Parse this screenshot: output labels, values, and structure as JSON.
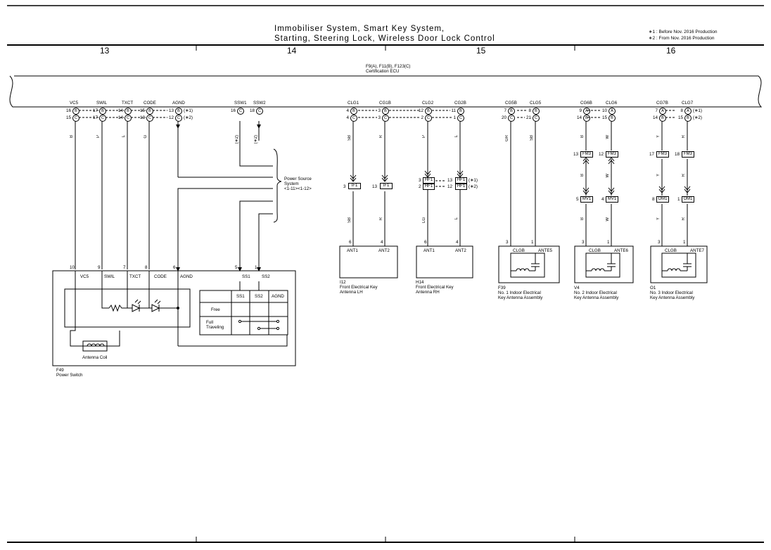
{
  "header": {
    "title_line1": "Immobiliser System, Smart Key System,",
    "title_line2": "Starting, Steering Lock, Wireless Door Lock Control",
    "note1": "∗1 : Before Nov. 2016 Production",
    "note2": "∗2 : From Nov. 2016 Production",
    "columns": [
      "13",
      "14",
      "15",
      "16"
    ]
  },
  "ecu": {
    "name_line1": "F9(A), F11(B), F123(C)",
    "name_line2": "Certification ECU"
  },
  "terminals": {
    "vc5": {
      "name": "VC5",
      "p1": "16",
      "p2": "15",
      "c1": "B",
      "c2": "C",
      "wire": "B"
    },
    "swil": {
      "name": "SWIL",
      "p1": "17",
      "p2": "17",
      "c1": "B",
      "c2": "C",
      "wire": "P"
    },
    "txct": {
      "name": "TXCT",
      "p1": "14",
      "p2": "14",
      "c1": "B",
      "c2": "C",
      "wire": "L"
    },
    "code": {
      "name": "CODE",
      "p1": "15",
      "p2": "13",
      "c1": "B",
      "c2": "C",
      "wire": "G"
    },
    "agnd": {
      "name": "AGND",
      "p1": "13",
      "p2": "12",
      "c1": "B",
      "c2": "C",
      "v1": "(∗1)",
      "v2": "(∗2)"
    },
    "ssw1": {
      "name": "SSW1",
      "p": "16",
      "c": "C",
      "wire": "(∗2)"
    },
    "ssw2": {
      "name": "SSW2",
      "p": "18",
      "c": "C",
      "wire": "(∗2)"
    },
    "clg1": {
      "name": "CLG1",
      "p1": "4",
      "p2": "4",
      "c1": "B",
      "c2": "C",
      "wire": "SB",
      "wire2": "SB"
    },
    "cg1b": {
      "name": "CG1B",
      "p1": "3",
      "p2": "3",
      "c1": "B",
      "c2": "C",
      "wire": "R",
      "wire2": "R"
    },
    "clg2": {
      "name": "CLG2",
      "p1": "12",
      "p2": "2",
      "c1": "B",
      "c2": "C",
      "wire": "P",
      "wire2": "LG"
    },
    "cg2b": {
      "name": "CG2B",
      "p1": "11",
      "p2": "1",
      "c1": "B",
      "c2": "C",
      "wire": "L",
      "wire2": "L"
    },
    "cg5b": {
      "name": "CG5B",
      "p1": "7",
      "p2": "20",
      "c1": "B",
      "c2": "C",
      "wire": "GR"
    },
    "clg5": {
      "name": "CLG5",
      "p1": "8",
      "p2": "21",
      "c1": "B",
      "c2": "C",
      "wire": "SB"
    },
    "cg6b": {
      "name": "CG6B",
      "p1": "9",
      "p2": "14",
      "c1": "A",
      "c2": "B",
      "wire": "B",
      "wire2": "B",
      "wire3": "B"
    },
    "clg6": {
      "name": "CLG6",
      "p1": "10",
      "p2": "15",
      "c1": "A",
      "c2": "B",
      "wire": "W",
      "wire2": "W",
      "wire3": "W"
    },
    "cg7b": {
      "name": "CG7B",
      "p1": "7",
      "p2": "14",
      "c1": "A",
      "c2": "B",
      "wire": "Y",
      "wire2": "Y",
      "wire3": "Y"
    },
    "clg7": {
      "name": "CLG7",
      "p1": "8",
      "p2": "15",
      "c1": "A",
      "c2": "B",
      "wire": "R",
      "wire2": "R",
      "wire3": "R",
      "v1": "(∗1)",
      "v2": "(∗2)"
    }
  },
  "power_source": {
    "line1": "Power Source",
    "line2": "System",
    "line3": "<1-11><1-12>"
  },
  "junctions": {
    "if1a": {
      "pin": "3",
      "label": "IF1"
    },
    "if1b": {
      "pin": "13",
      "label": "IF1"
    },
    "hf1a_top": {
      "pin": "3",
      "label": "HF1"
    },
    "hf1a_bot": {
      "pin": "2",
      "label": "HF1"
    },
    "hf1b_top": {
      "pin": "13",
      "label": "HF1",
      "v": "(∗1)"
    },
    "hf1b_bot": {
      "pin": "12",
      "label": "HF1",
      "v": "(∗2)"
    },
    "fm3a": {
      "pin": "13",
      "label": "FM3"
    },
    "fm3b": {
      "pin": "12",
      "label": "FM3"
    },
    "fm3c": {
      "pin": "17",
      "label": "FM3"
    },
    "fm3d": {
      "pin": "18",
      "label": "FM3"
    },
    "mv1a": {
      "pin": "5",
      "label": "MV1"
    },
    "mv1b": {
      "pin": "4",
      "label": "MV1"
    },
    "om1a": {
      "pin": "8",
      "label": "OM1"
    },
    "om1b": {
      "pin": "1",
      "label": "OM1"
    }
  },
  "components": {
    "i12": {
      "p1": "6",
      "p2": "4",
      "t1": "ANT1",
      "t2": "ANT2",
      "code": "I12",
      "name1": "Front Electrical Key",
      "name2": "Antenna LH"
    },
    "h14": {
      "p1": "6",
      "p2": "4",
      "t1": "ANT1",
      "t2": "ANT2",
      "code": "H14",
      "name1": "Front Electrical Key",
      "name2": "Antenna RH"
    },
    "f39": {
      "p1": "3",
      "p2": "1",
      "t1": "CLGB",
      "t2": "ANTE5",
      "code": "F39",
      "name1": "No. 1 Indoor Electrical",
      "name2": "Key Antenna Assembly"
    },
    "v4": {
      "p1": "3",
      "p2": "1",
      "t1": "CLGB",
      "t2": "ANTE6",
      "code": "V4",
      "name1": "No. 2 Indoor Electrical",
      "name2": "Key Antenna Assembly"
    },
    "o1": {
      "p1": "3",
      "p2": "1",
      "t1": "CLGB",
      "t2": "ANTE7",
      "code": "O1",
      "name1": "No. 3 Indoor Electrical",
      "name2": "Key Antenna Assembly"
    },
    "f49": {
      "code": "F49",
      "name": "Power Switch",
      "coil": "Antenna Coil",
      "pins": [
        "10",
        "9",
        "7",
        "8",
        "6",
        "5",
        "1"
      ],
      "terms": [
        "VC5",
        "SWIL",
        "TXCT",
        "CODE",
        "AGND",
        "SS1",
        "SS2"
      ],
      "table_head": [
        "SS1",
        "SS2",
        "AGND"
      ],
      "rows": [
        "Free",
        "Full Traveling"
      ]
    }
  }
}
